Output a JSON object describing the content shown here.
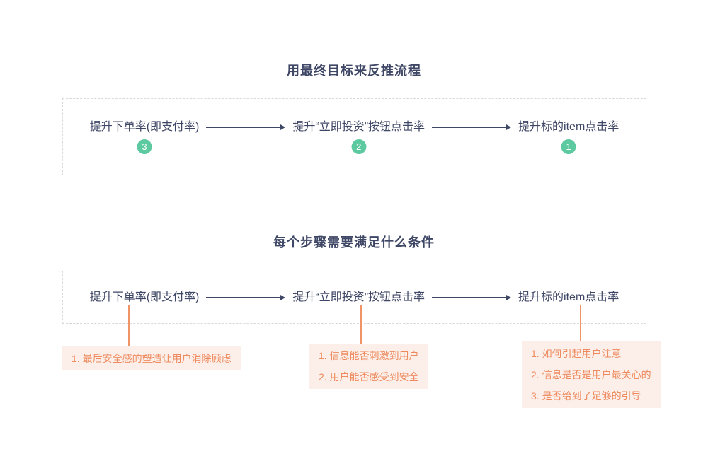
{
  "colors": {
    "text_dark": "#3F4766",
    "badge_green": "#5CC9A0",
    "note_text_orange": "#EE8A5E",
    "note_bg_pink": "#FCEFE9",
    "connector_orange": "#F09468",
    "dashed_border": "#D9D9D9",
    "arrow": "#3F4766"
  },
  "section1": {
    "title": "用最终目标来反推流程",
    "steps": [
      {
        "label": "提升下单率(即支付率)",
        "badge": "3"
      },
      {
        "label": "提升“立即投资”按钮点击率",
        "badge": "2"
      },
      {
        "label": "提升标的item点击率",
        "badge": "1"
      }
    ]
  },
  "section2": {
    "title": "每个步骤需要满足什么条件",
    "steps": [
      {
        "label": "提升下单率(即支付率)",
        "notes": [
          "1. 最后安全感的塑造让用户消除顾虑"
        ]
      },
      {
        "label": "提升“立即投资”按钮点击率",
        "notes": [
          "1. 信息能否刺激到用户",
          "2. 用户能否感受到安全"
        ]
      },
      {
        "label": "提升标的item点击率",
        "notes": [
          "1. 如何引起用户注意",
          "2. 信息是否是用户最关心的",
          "3. 是否给到了足够的引导"
        ]
      }
    ]
  }
}
